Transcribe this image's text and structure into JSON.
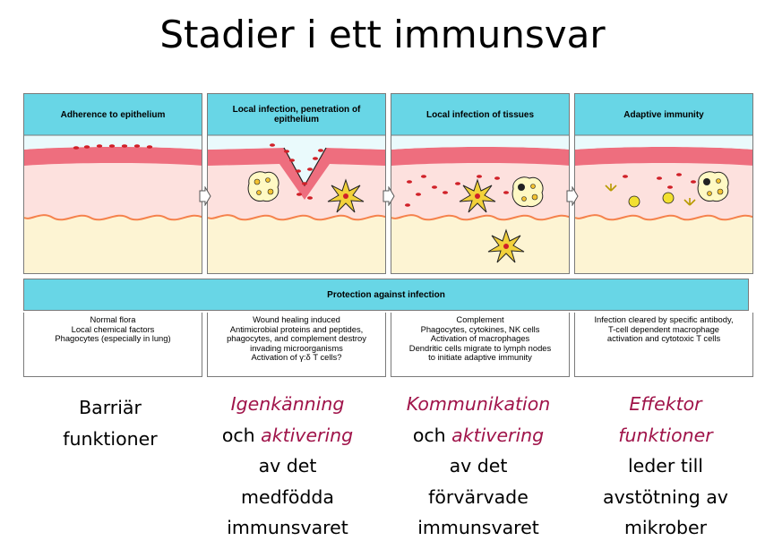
{
  "title": "Stadier i ett immunsvar",
  "colors": {
    "header": "#68d6e6",
    "sky": "#eafafc",
    "epithelium": "#ee6e7e",
    "tissue": "#fde1de",
    "deep": "#fdf4d3",
    "highlight": "#a0144a"
  },
  "panels": [
    {
      "header": "Adherence to epithelium"
    },
    {
      "header": "Local infection, penetration of epithelium"
    },
    {
      "header": "Local infection of tissues"
    },
    {
      "header": "Adaptive immunity"
    }
  ],
  "protection_label": "Protection against infection",
  "descriptions": [
    [
      "Normal flora",
      "Local chemical factors",
      "Phagocytes (especially in lung)"
    ],
    [
      "Wound healing induced",
      "Antimicrobial proteins and peptides,",
      "phagocytes, and complement destroy",
      "invading microorganisms",
      "Activation of γ:δ T cells?"
    ],
    [
      "Complement",
      "Phagocytes, cytokines, NK cells",
      "Activation of macrophages",
      "Dendritic cells migrate to lymph nodes",
      "to initiate adaptive immunity"
    ],
    [
      "Infection cleared by specific antibody,",
      "T-cell dependent macrophage",
      "activation and cytotoxic T cells"
    ]
  ],
  "captions": [
    {
      "line1": "Barriär",
      "line2": "funktioner"
    },
    {
      "highlight1": "Igenkänning",
      "plain2": "och ",
      "highlight2": "aktivering",
      "line3": "av det",
      "line4": "medfödda",
      "line5": "immunsvaret"
    },
    {
      "highlight1": "Kommunikation",
      "plain2": "och ",
      "highlight2": "aktivering",
      "line3": "av det",
      "line4": "förvärvade",
      "line5": "immunsvaret"
    },
    {
      "highlight1": "Effektor",
      "highlight2": "funktioner",
      "line3": "leder till",
      "line4": "avstötning av",
      "line5": "mikrober"
    }
  ]
}
